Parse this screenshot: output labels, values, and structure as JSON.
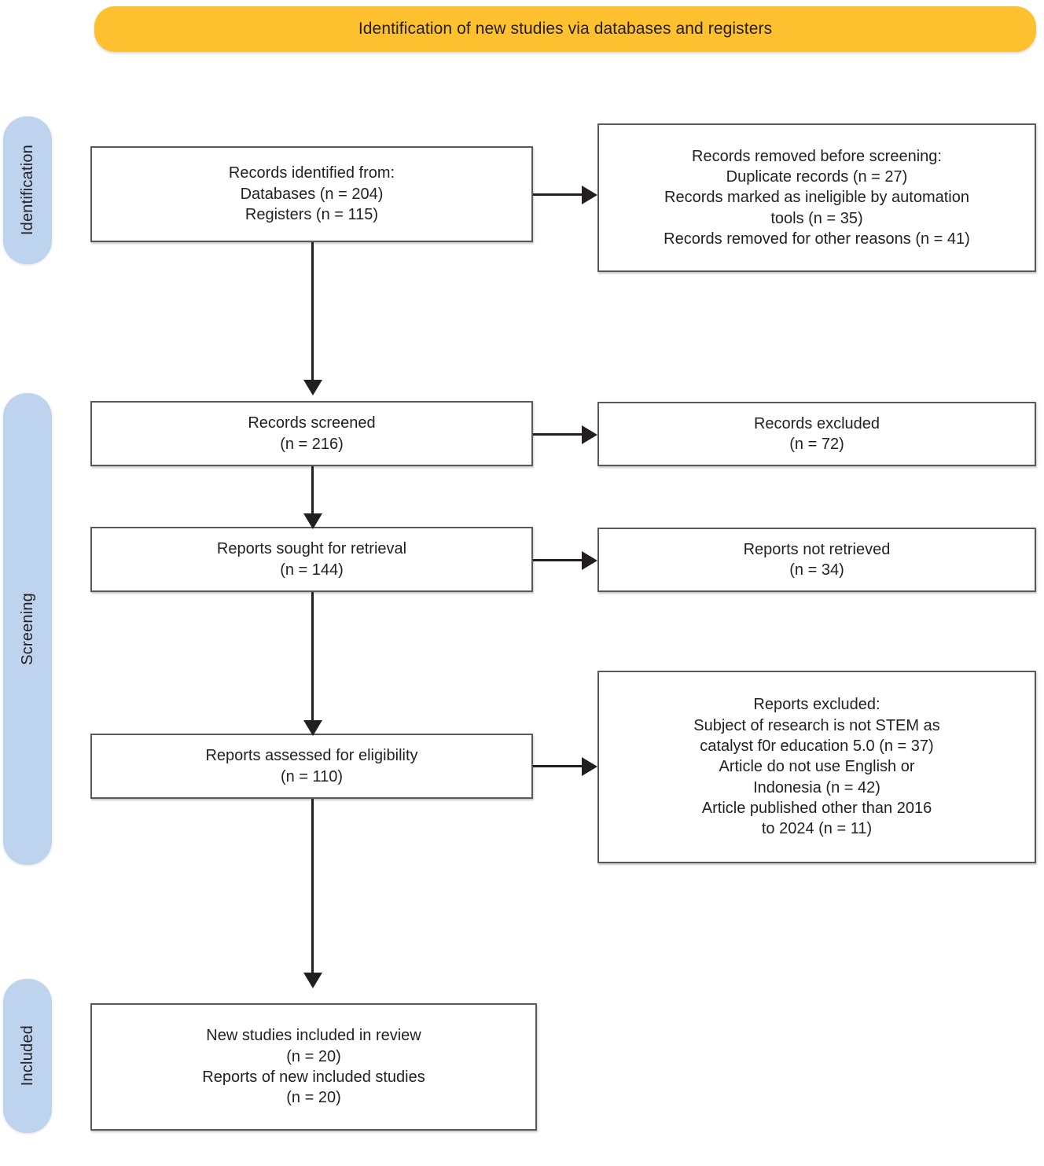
{
  "banner": {
    "title": "Identification of new studies via databases and registers"
  },
  "stages": [
    {
      "id": "identification",
      "label": "Identification"
    },
    {
      "id": "screening",
      "label": "Screening"
    },
    {
      "id": "included",
      "label": "Included"
    }
  ],
  "boxes": {
    "identified": {
      "name": "records-identified-box",
      "text": "Records identified from:\nDatabases (n = 204)\nRegisters (n = 115)"
    },
    "removed": {
      "name": "records-removed-box",
      "text": "Records removed before screening:\nDuplicate records (n = 27)\nRecords marked as ineligible by automation\ntools (n = 35)\nRecords removed for other reasons (n = 41)"
    },
    "screened": {
      "name": "records-screened-box",
      "text": "Records screened\n(n = 216)"
    },
    "excluded": {
      "name": "records-excluded-box",
      "text": "Records excluded\n(n = 72)"
    },
    "sought": {
      "name": "reports-sought-box",
      "text": "Reports sought for retrieval\n(n = 144)"
    },
    "notretrieved": {
      "name": "reports-not-retrieved-box",
      "text": "Reports not retrieved\n(n = 34)"
    },
    "eligibility": {
      "name": "reports-assessed-box",
      "text": "Reports assessed for eligibility\n(n = 110)"
    },
    "reports_excluded": {
      "name": "reports-excluded-box",
      "text": "Reports excluded:\nSubject of research is not STEM as\ncatalyst f0r education 5.0 (n = 37)\nArticle do not use English or\nIndonesia (n = 42)\nArticle published other than 2016\nto 2024 (n = 11)"
    },
    "included": {
      "name": "new-studies-included-box",
      "text": "New studies included in review\n(n = 20)\nReports of new included studies\n(n = 20)"
    }
  },
  "chart_data": {
    "type": "diagram",
    "title": "Identification of new studies via databases and registers",
    "diagram_kind": "PRISMA 2020 flow diagram",
    "stages": [
      "Identification",
      "Screening",
      "Included"
    ],
    "nodes": [
      {
        "id": "identified",
        "stage": "Identification",
        "column": "left",
        "label": "Records identified from",
        "counts": [
          {
            "label": "Databases",
            "n": 204
          },
          {
            "label": "Registers",
            "n": 115
          }
        ]
      },
      {
        "id": "removed",
        "stage": "Identification",
        "column": "right",
        "label": "Records removed before screening",
        "counts": [
          {
            "label": "Duplicate records",
            "n": 27
          },
          {
            "label": "Records marked as ineligible by automation tools",
            "n": 35
          },
          {
            "label": "Records removed for other reasons",
            "n": 41
          }
        ]
      },
      {
        "id": "screened",
        "stage": "Screening",
        "column": "left",
        "label": "Records screened",
        "counts": [
          {
            "label": "Records screened",
            "n": 216
          }
        ]
      },
      {
        "id": "excluded",
        "stage": "Screening",
        "column": "right",
        "label": "Records excluded",
        "counts": [
          {
            "label": "Records excluded",
            "n": 72
          }
        ]
      },
      {
        "id": "sought",
        "stage": "Screening",
        "column": "left",
        "label": "Reports sought for retrieval",
        "counts": [
          {
            "label": "Reports sought for retrieval",
            "n": 144
          }
        ]
      },
      {
        "id": "notretrieved",
        "stage": "Screening",
        "column": "right",
        "label": "Reports not retrieved",
        "counts": [
          {
            "label": "Reports not retrieved",
            "n": 34
          }
        ]
      },
      {
        "id": "eligibility",
        "stage": "Screening",
        "column": "left",
        "label": "Reports assessed for eligibility",
        "counts": [
          {
            "label": "Reports assessed for eligibility",
            "n": 110
          }
        ]
      },
      {
        "id": "reports_excluded",
        "stage": "Screening",
        "column": "right",
        "label": "Reports excluded",
        "counts": [
          {
            "label": "Subject of research is not STEM as catalyst f0r education 5.0",
            "n": 37
          },
          {
            "label": "Article do not use English or Indonesia",
            "n": 42
          },
          {
            "label": "Article published other than 2016 to 2024",
            "n": 11
          }
        ]
      },
      {
        "id": "included",
        "stage": "Included",
        "column": "left",
        "label": "New studies included in review",
        "counts": [
          {
            "label": "New studies included in review",
            "n": 20
          },
          {
            "label": "Reports of new included studies",
            "n": 20
          }
        ]
      }
    ],
    "edges": [
      {
        "from": "identified",
        "to": "removed",
        "direction": "right"
      },
      {
        "from": "identified",
        "to": "screened",
        "direction": "down"
      },
      {
        "from": "screened",
        "to": "excluded",
        "direction": "right"
      },
      {
        "from": "screened",
        "to": "sought",
        "direction": "down"
      },
      {
        "from": "sought",
        "to": "notretrieved",
        "direction": "right"
      },
      {
        "from": "sought",
        "to": "eligibility",
        "direction": "down"
      },
      {
        "from": "eligibility",
        "to": "reports_excluded",
        "direction": "right"
      },
      {
        "from": "eligibility",
        "to": "included",
        "direction": "down"
      }
    ],
    "colors": {
      "banner": "#fdc02f",
      "stage_tab": "#bed3ee",
      "box_border": "#58595b",
      "box_fill": "#ffffff",
      "text": "#231f20"
    }
  }
}
